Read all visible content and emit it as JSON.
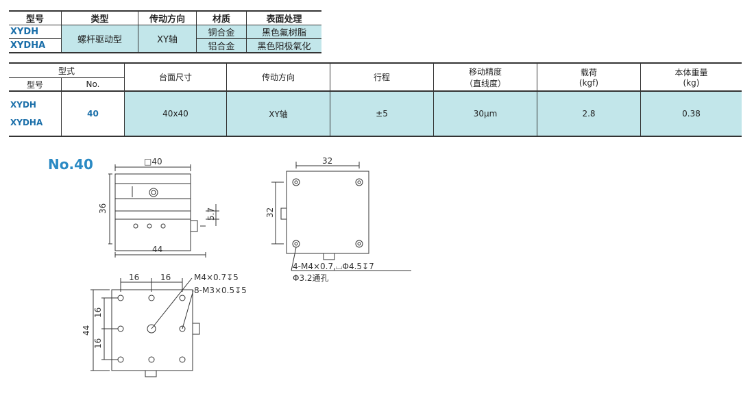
{
  "spec_table": {
    "headers": [
      "型号",
      "类型",
      "传动方向",
      "材质",
      "表面处理"
    ],
    "models": [
      "XYDH",
      "XYDHA"
    ],
    "type": "螺杆驱动型",
    "direction": "XY轴",
    "materials": [
      "铜合金",
      "铝合金"
    ],
    "finishes": [
      "黑色氟树脂",
      "黑色阳极氧化"
    ]
  },
  "main_table": {
    "group_header": "型式",
    "sub_headers": [
      "型号",
      "No."
    ],
    "headers": [
      "台面尺寸",
      "传动方向",
      "行程",
      "移动精度",
      "（直线度）",
      "载荷",
      "(kgf)",
      "本体重量",
      "(kg)"
    ],
    "row": {
      "models": [
        "XYDH",
        "XYDHA"
      ],
      "no": "40",
      "table_size": "40x40",
      "direction": "XY轴",
      "stroke": "±5",
      "accuracy": "30μm",
      "load": "2.8",
      "weight": "0.38"
    }
  },
  "drawing": {
    "title": "No.40",
    "front": {
      "top": "□40",
      "height": "36",
      "small": "5.7",
      "bottom": "44"
    },
    "side": {
      "top": "32",
      "left": "32",
      "note1": "4-M4×0.7,⌴Φ4.5↧7",
      "note2": "Φ3.2通孔"
    },
    "plan": {
      "d1": "16",
      "d2": "16",
      "left1": "16",
      "left2": "16",
      "left_total": "44",
      "note1": "M4×0.7↧5",
      "note2": "8-M3×0.5↧5"
    }
  },
  "colors": {
    "cell_bg": "#c2e6ea",
    "model_text": "#1b6fa9",
    "title": "#2b8ac4"
  }
}
